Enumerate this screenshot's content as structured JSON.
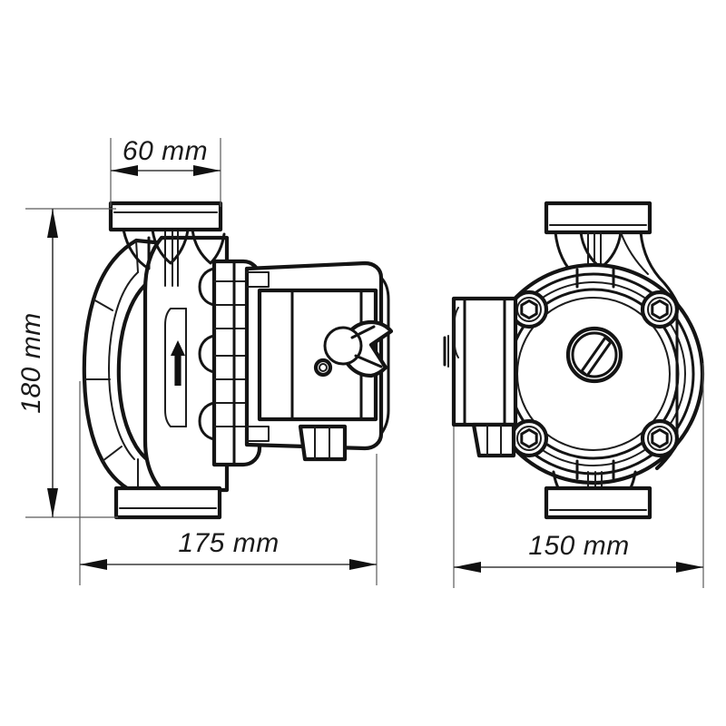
{
  "drawing": {
    "title": "Circulation pump dimensional drawing",
    "background_color": "#ffffff",
    "line_color": "#141414",
    "text_color": "#1a1a1a"
  },
  "dimensions": {
    "width_top": {
      "label": "60 mm",
      "value": 60,
      "unit": "mm",
      "orientation": "horizontal",
      "applies_to": "top-flange-width"
    },
    "height_left": {
      "label": "180 mm",
      "value": 180,
      "unit": "mm",
      "orientation": "vertical",
      "applies_to": "overall-height-side-view"
    },
    "width_side": {
      "label": "175 mm",
      "value": 175,
      "unit": "mm",
      "orientation": "horizontal",
      "applies_to": "overall-width-side-view"
    },
    "width_front": {
      "label": "150 mm",
      "value": 150,
      "unit": "mm",
      "orientation": "horizontal",
      "applies_to": "overall-width-front-view"
    }
  },
  "views": {
    "side": {
      "name": "side-view",
      "parts": [
        "top-flange",
        "bottom-flange",
        "volute-housing",
        "motor-housing",
        "selector-knob",
        "indicator-screw",
        "cable-gland",
        "flow-arrow"
      ]
    },
    "front": {
      "name": "front-view",
      "parts": [
        "top-flange",
        "bottom-flange",
        "motor-end-cover",
        "center-slotted-screw",
        "bolt-boss-top-left",
        "bolt-boss-top-right",
        "bolt-boss-bottom-left",
        "bolt-boss-bottom-right",
        "terminal-box",
        "cable-gland"
      ]
    }
  },
  "annotations": {
    "flow_direction": "up"
  }
}
